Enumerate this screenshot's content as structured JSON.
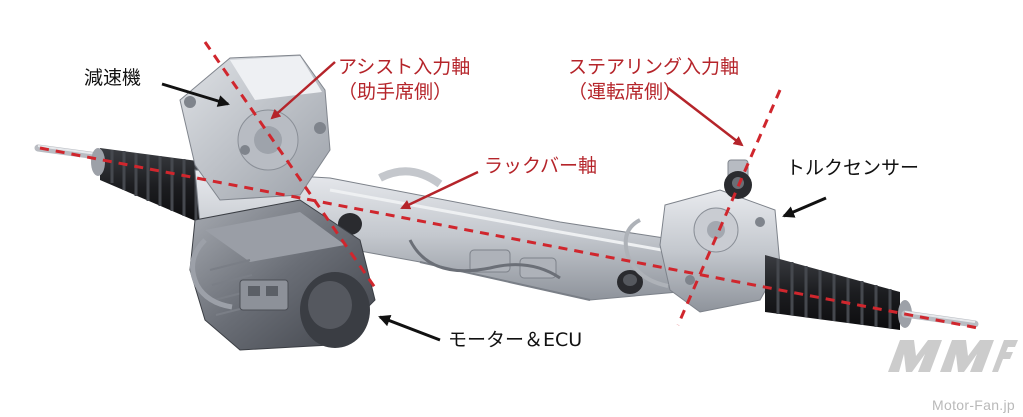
{
  "labels": {
    "reducer": "減速機",
    "assist_axis_line1": "アシスト入力軸",
    "assist_axis_line2": "（助手席側）",
    "steering_axis_line1": "ステアリング入力軸",
    "steering_axis_line2": "（運転席側）",
    "rack_bar_axis": "ラックバー軸",
    "torque_sensor": "トルクセンサー",
    "motor_ecu": "モーター＆ECU"
  },
  "watermark": {
    "text": "Motor-Fan.jp",
    "logo_icon": "motor-fan-logo"
  },
  "colors": {
    "annotation_red": "#b5242a",
    "arrow_black": "#111111",
    "metal": "#c9ccd2",
    "dark_metal": "#5b5f66",
    "boot_black": "#1c1d20"
  }
}
